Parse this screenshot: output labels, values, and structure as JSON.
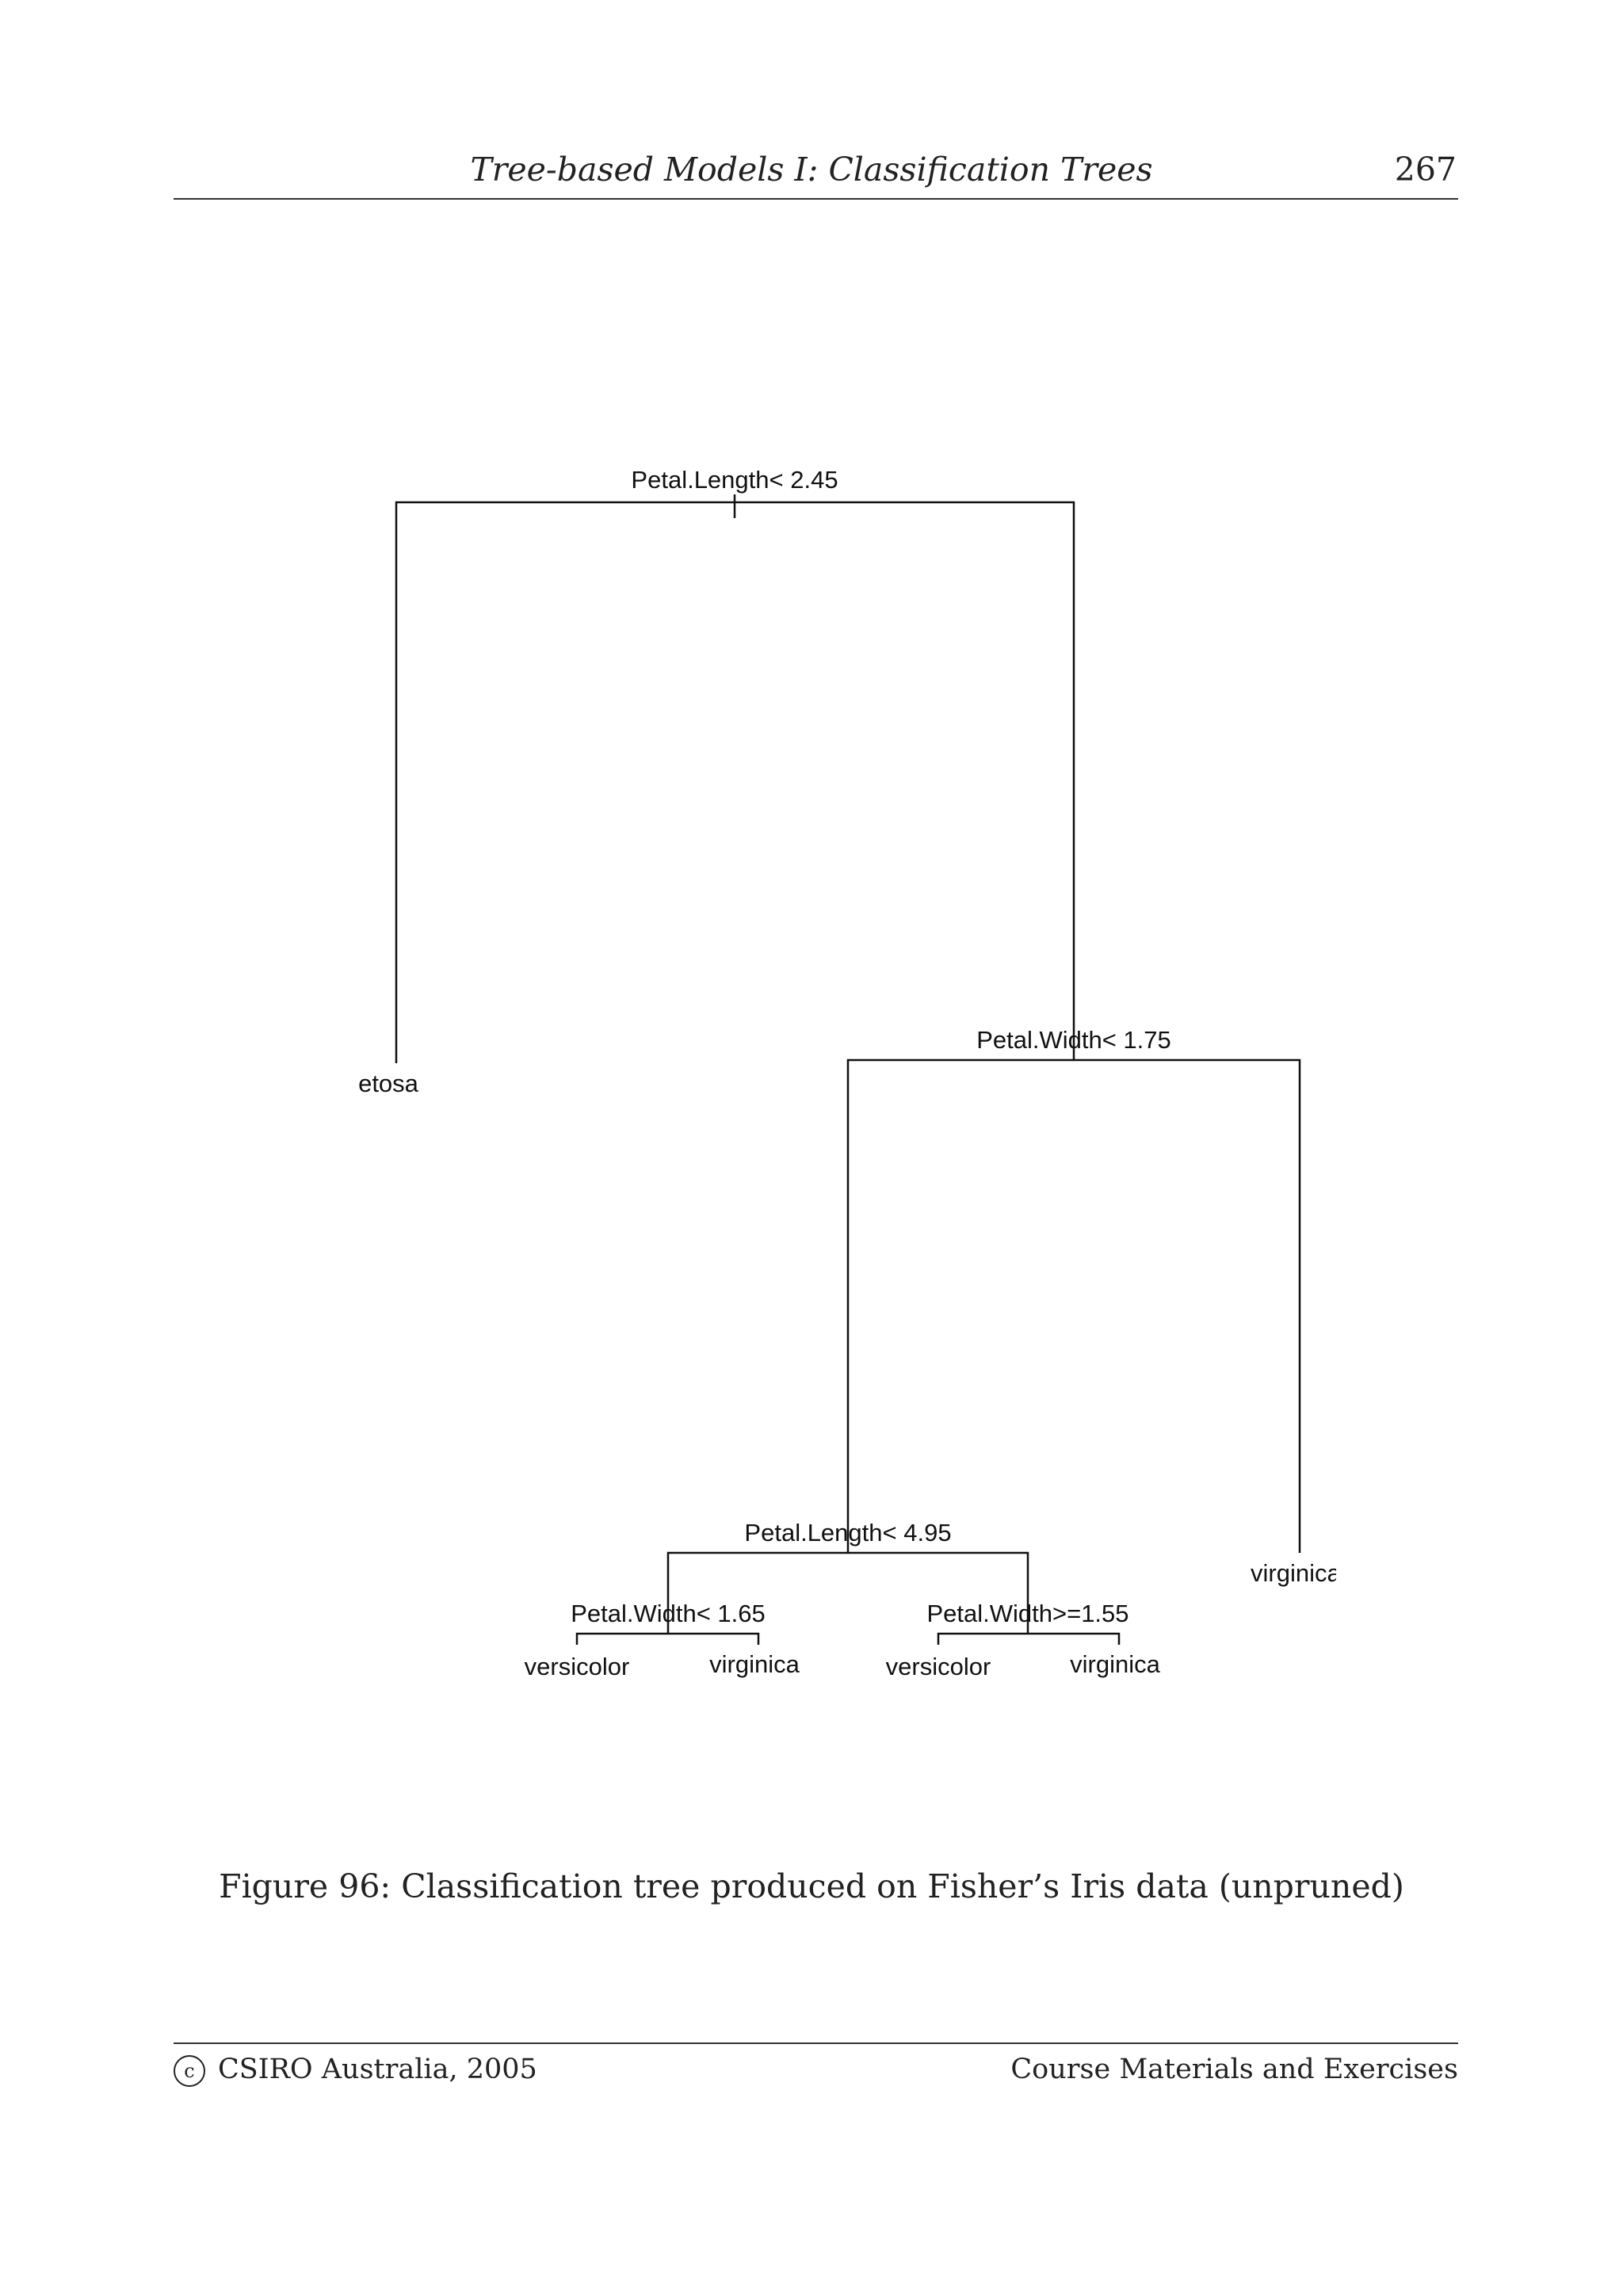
{
  "header": {
    "running_title": "Tree-based Models I: Classification Trees",
    "page_number": "267"
  },
  "figure": {
    "caption": "Figure 96: Classification tree produced on Fisher’s Iris data (unpruned)",
    "nodes": [
      {
        "id": "root",
        "label": "Petal.Length< 2.45"
      },
      {
        "id": "leaf-setosa",
        "label": "etosa"
      },
      {
        "id": "split-pw175",
        "label": "Petal.Width< 1.75"
      },
      {
        "id": "leaf-virginica-right",
        "label": "virginica"
      },
      {
        "id": "split-pl495",
        "label": "Petal.Length< 4.95"
      },
      {
        "id": "split-pw165",
        "label": "Petal.Width< 1.65"
      },
      {
        "id": "split-pw155",
        "label": "Petal.Width>=1.55"
      },
      {
        "id": "leaf-versicolor-1",
        "label": "versicolor"
      },
      {
        "id": "leaf-virginica-1",
        "label": "virginica"
      },
      {
        "id": "leaf-versicolor-2",
        "label": "versicolor"
      },
      {
        "id": "leaf-virginica-2",
        "label": "virginica"
      }
    ]
  },
  "footer": {
    "copyright_symbol": "c",
    "left": "CSIRO Australia, 2005",
    "right": "Course Materials and Exercises"
  }
}
